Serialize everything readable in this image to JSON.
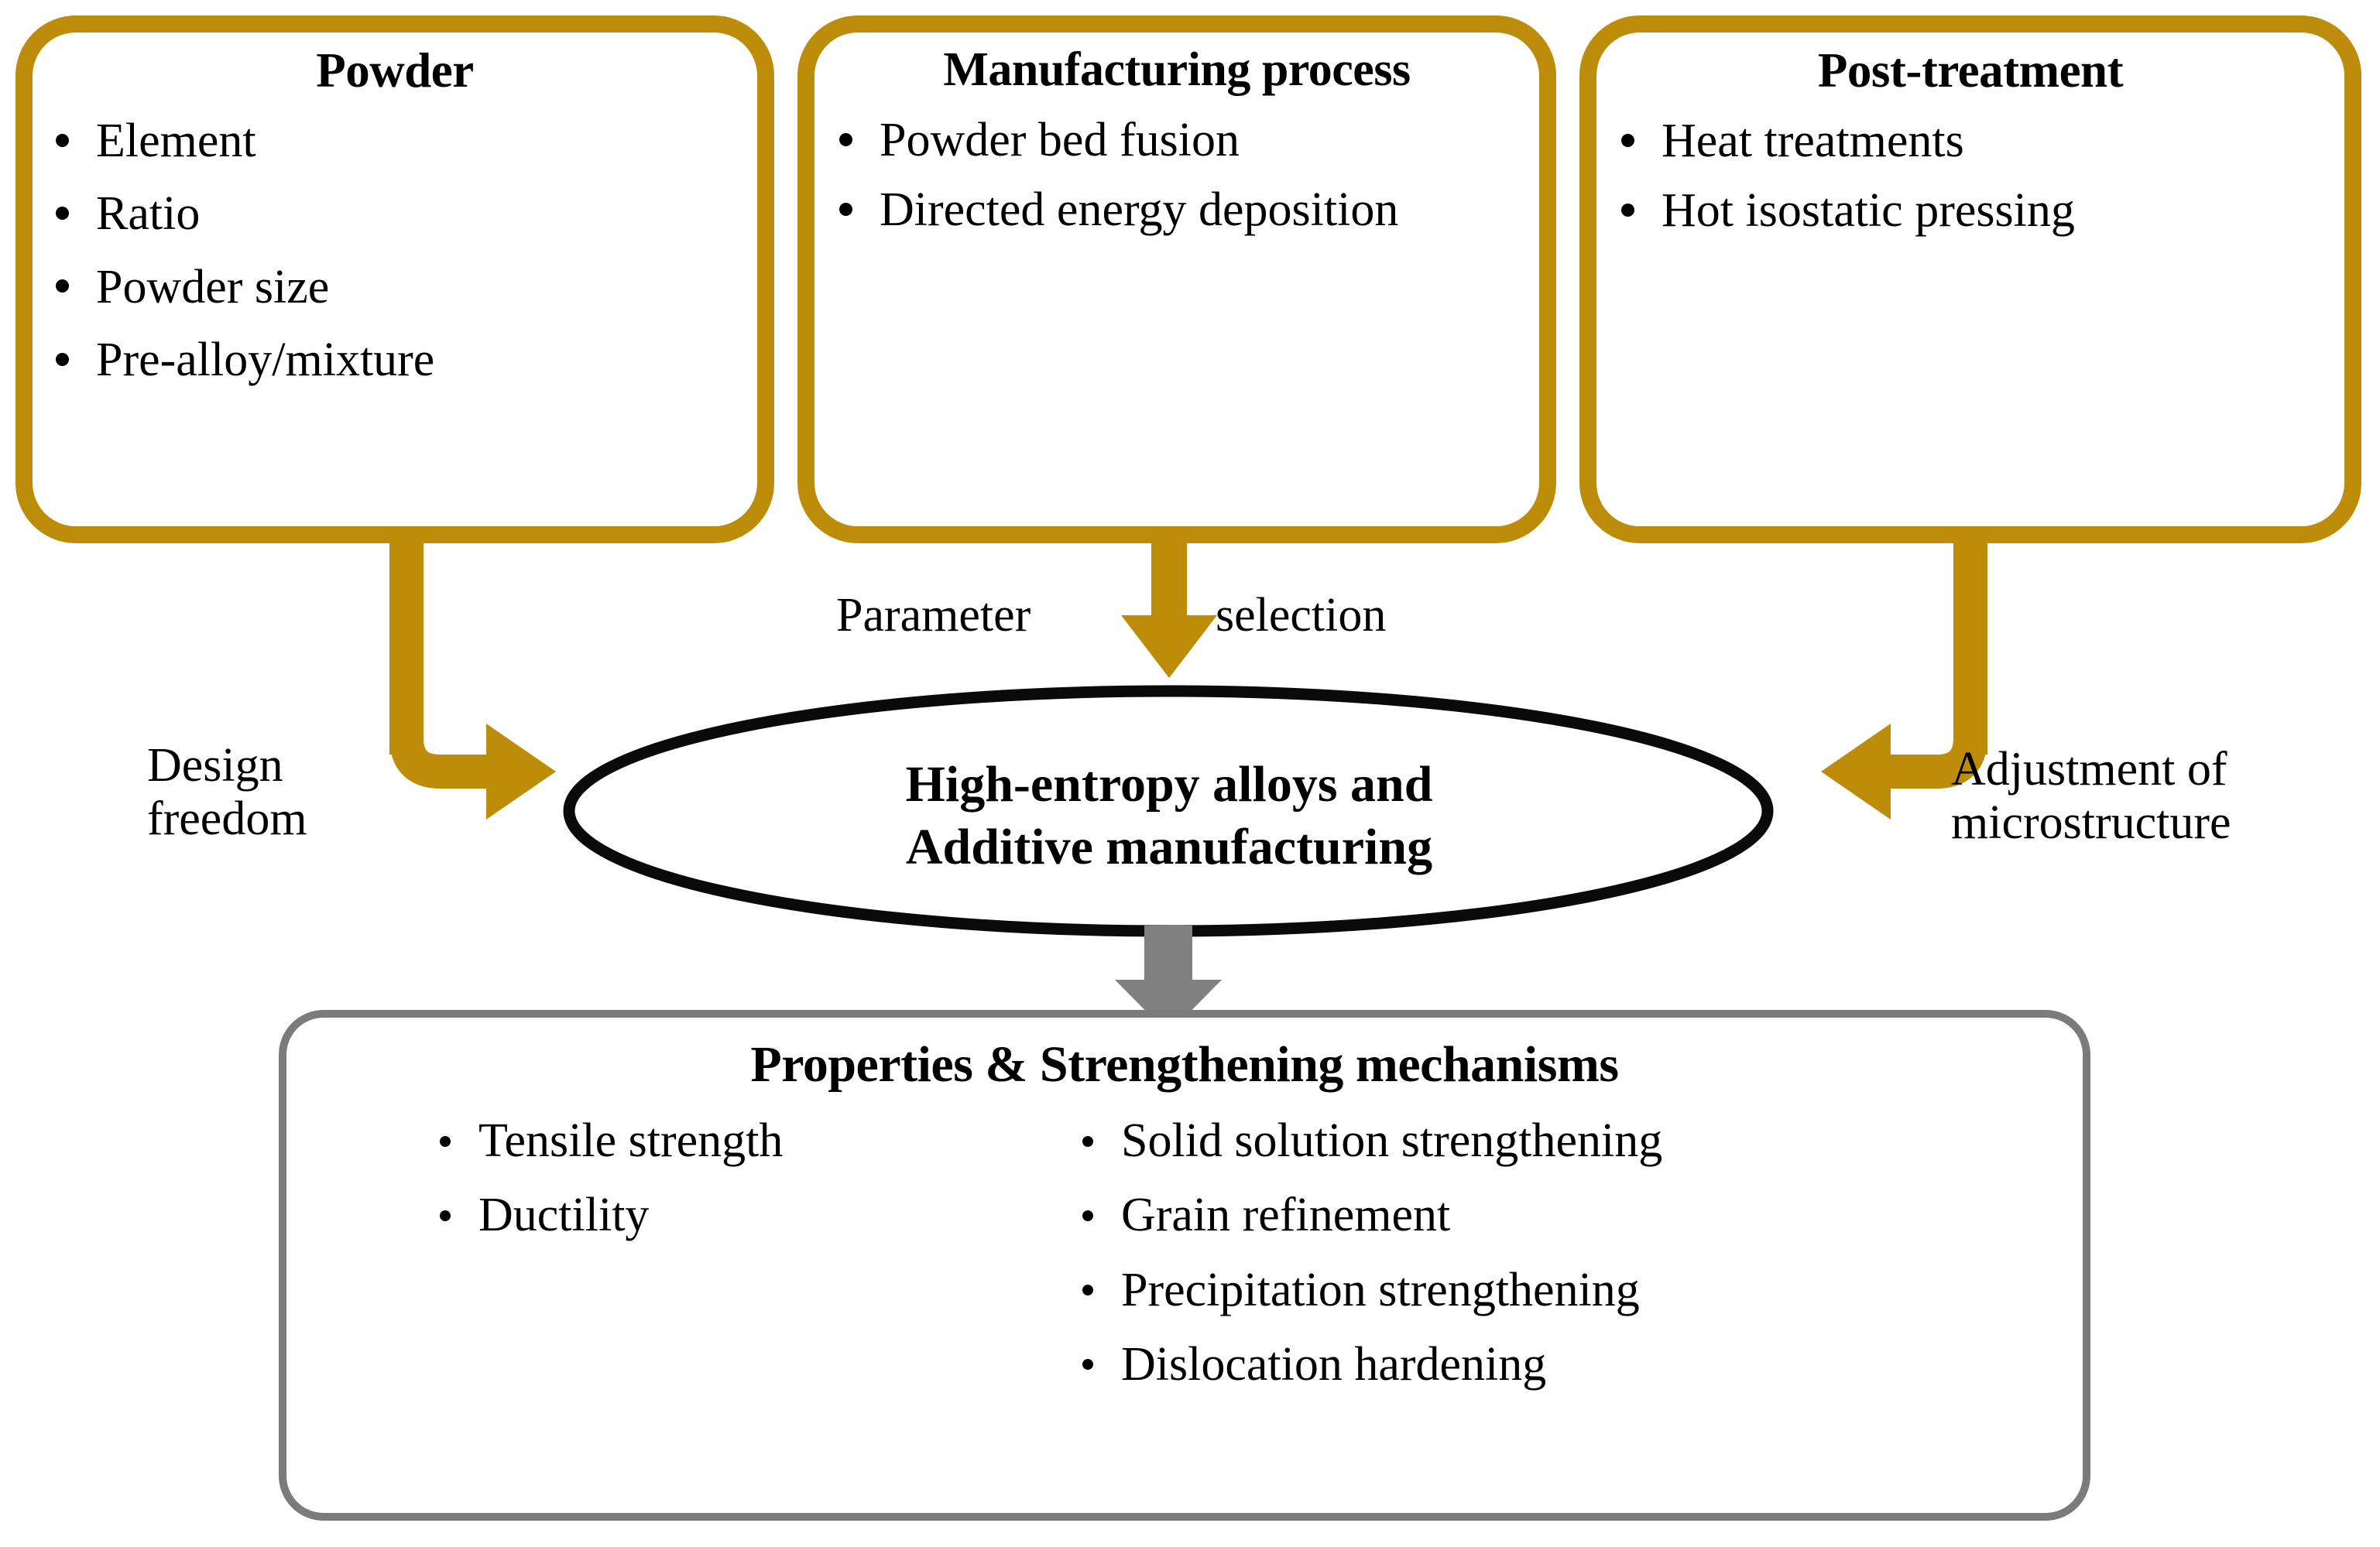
{
  "colors": {
    "gold": "#BD8D09",
    "gray": "#7B7B7B",
    "arrow_gray": "#808080",
    "black": "#000000",
    "background": "#FFFFFF"
  },
  "top_cards": [
    {
      "id": "powder",
      "title": "Powder",
      "items": [
        "Element",
        "Ratio",
        "Powder size",
        "Pre-alloy/mixture"
      ]
    },
    {
      "id": "manufacturing",
      "title": "Manufacturing process",
      "items": [
        "Powder bed fusion",
        "Directed energy deposition"
      ]
    },
    {
      "id": "post_treatment",
      "title": "Post-treatment",
      "items": [
        "Heat treatments",
        "Hot isostatic pressing"
      ]
    }
  ],
  "connectors": {
    "left_label_line1": "Design",
    "left_label_line2": "freedom",
    "center_label_part1": "Parameter",
    "center_label_part2": "selection",
    "right_label_line1": "Adjustment  of",
    "right_label_line2": "microstructure"
  },
  "center_node": {
    "line1": "High-entropy alloys and",
    "line2": "Additive manufacturing"
  },
  "bottom_card": {
    "title": "Properties & Strengthening mechanisms",
    "left_items": [
      "Tensile strength",
      "Ductility"
    ],
    "right_items": [
      "Solid solution strengthening",
      "Grain refinement",
      "Precipitation strengthening",
      "Dislocation hardening"
    ]
  }
}
